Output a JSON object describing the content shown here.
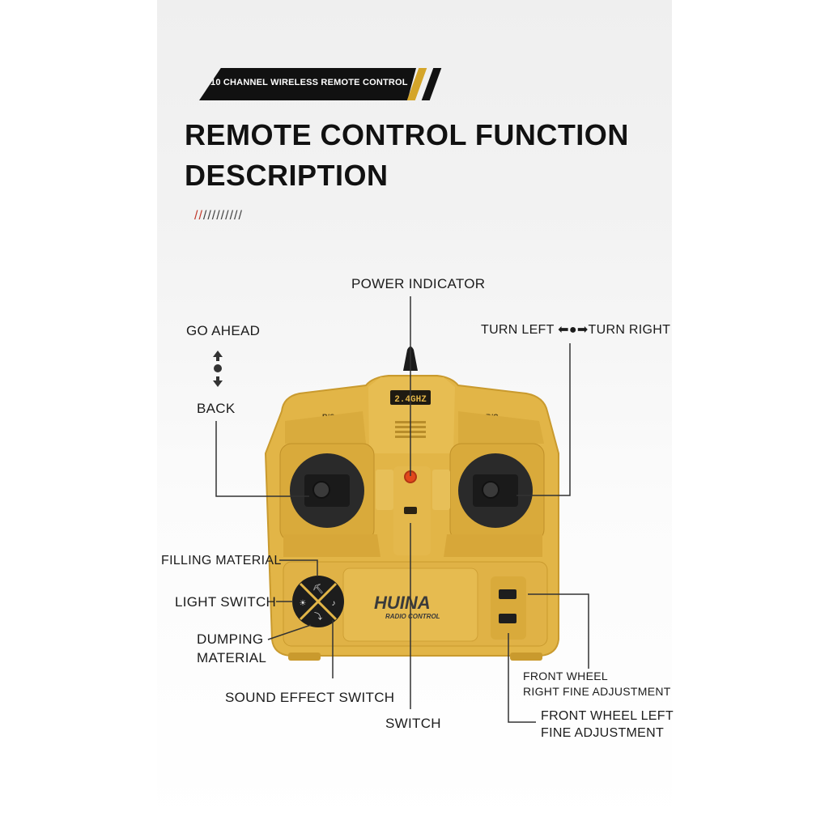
{
  "badge_text": "10 CHANNEL WIRELESS REMOTE CONTROL",
  "title_line1": "REMOTE CONTROL FUNCTION",
  "title_line2": "DESCRIPTION",
  "slashes_red": "//",
  "slashes_dark": "/////////",
  "labels": {
    "power_indicator": "POWER INDICATOR",
    "go_ahead": "GO AHEAD",
    "back": "BACK",
    "turn": "TURN LEFT ⬅●➡TURN RIGHT",
    "filling_material": "FILLING MATERIAL",
    "light_switch": "LIGHT SWITCH",
    "dumping_material_1": "DUMPING",
    "dumping_material_2": "MATERIAL",
    "sound_effect_switch": "SOUND EFFECT SWITCH",
    "switch": "SWITCH",
    "front_right_1": "FRONT WHEEL",
    "front_right_2": "RIGHT FINE ADJUSTMENT",
    "front_left_1": "FRONT WHEEL LEFT",
    "front_left_2": "FINE ADJUSTMENT"
  },
  "controller": {
    "freq_label": "2.4GHZ",
    "rc_left": "R/C",
    "rc_right": "R/C",
    "brand": "HUINA",
    "brand_sub": "RADIO CONTROL"
  },
  "colors": {
    "body": "#e2b547",
    "body_dark": "#c99a2e",
    "accent_gold": "#d4a52a",
    "led": "#e2481c"
  }
}
